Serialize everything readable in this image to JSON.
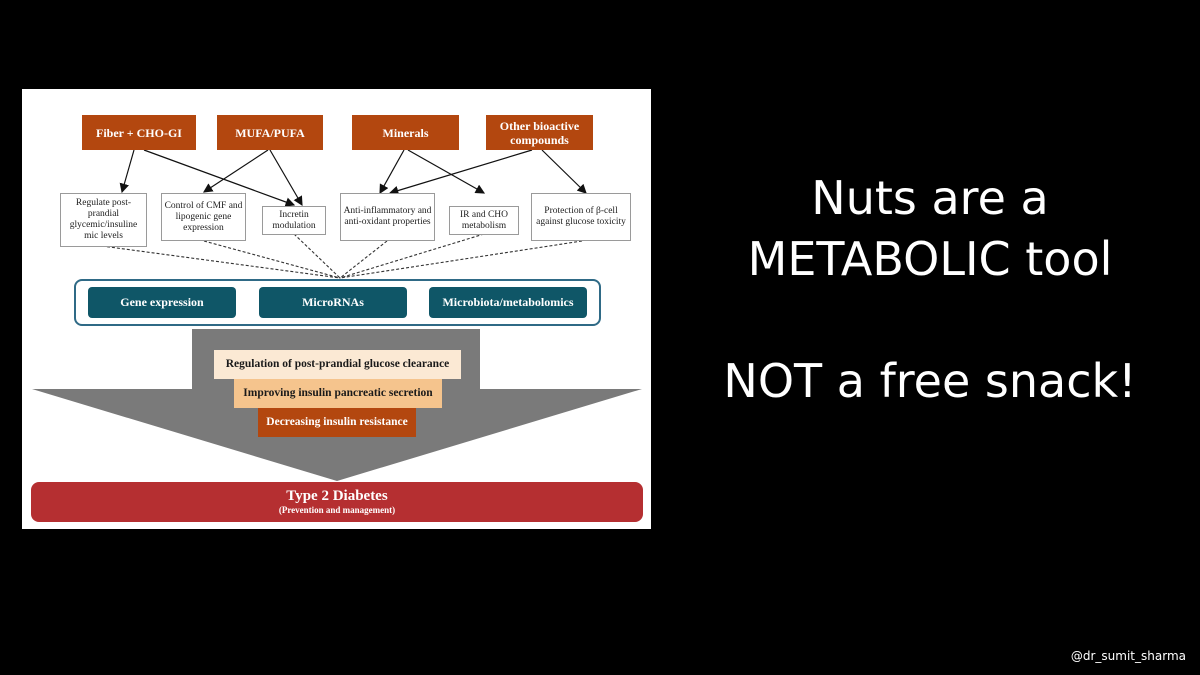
{
  "diagram": {
    "nutrients": [
      "Fiber + CHO-GI",
      "MUFA/PUFA",
      "Minerals",
      "Other bioactive compounds"
    ],
    "effects": [
      "Regulate post-prandial glycemic/insuline mic levels",
      "Control of CMF and lipogenic gene expression",
      "Incretin modulation",
      "Anti-inflammatory and anti-oxidant properties",
      "IR and CHO metabolism",
      "Protection of β-cell against glucose toxicity"
    ],
    "mechanisms": [
      "Gene expression",
      "MicroRNAs",
      "Microbiota/metabolomics"
    ],
    "outcomes": [
      "Regulation of post-prandial glucose clearance",
      "Improving insulin pancreatic secretion",
      "Decreasing insulin resistance"
    ],
    "final": {
      "title": "Type 2 Diabetes",
      "subtitle": "(Prevention and management)"
    },
    "colors": {
      "nutrient": "#b3470f",
      "mechanism": "#0f5667",
      "final": "#b52f31",
      "funnel": "#7a7a7a"
    }
  },
  "headline": {
    "line1": "Nuts are a",
    "line2": "METABOLIC tool",
    "line3": "NOT a free snack!"
  },
  "handle": "@dr_sumit_sharma"
}
